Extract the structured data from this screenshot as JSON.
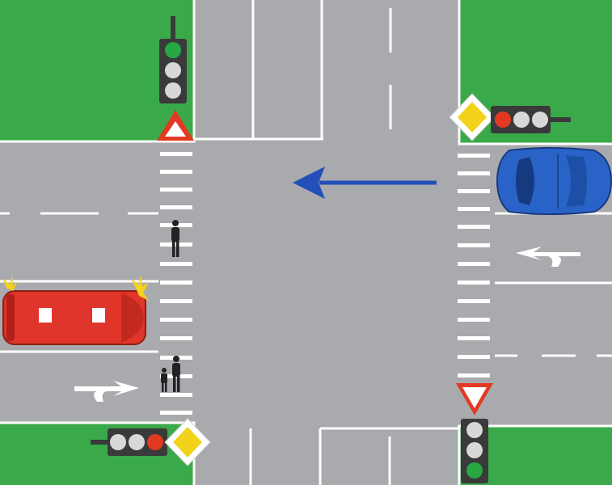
{
  "scene": {
    "colors": {
      "grass": "#3aa94a",
      "road": "#a9aaae",
      "marking": "#ffffff",
      "arrow": "#2250b8",
      "red_car": "#e0352b",
      "blue_car": "#2a63c8",
      "traffic_light_housing": "#3a3a3a",
      "light_red": "#e23a22",
      "light_green": "#28a745",
      "light_off": "#d8d8d8",
      "priority_sign": "#f2d21b",
      "yield_border": "#e23a22"
    },
    "traffic_lights": [
      {
        "position": "top-left",
        "orientation": "vertical",
        "active": "green"
      },
      {
        "position": "top-right",
        "orientation": "horizontal",
        "active": "red"
      },
      {
        "position": "bottom-left",
        "orientation": "horizontal",
        "active": "red"
      },
      {
        "position": "bottom-right",
        "orientation": "vertical",
        "active": "green"
      }
    ],
    "signs": [
      {
        "position": "top-left",
        "icon": "warning-triangle-icon"
      },
      {
        "position": "top-right",
        "icon": "priority-road-icon"
      },
      {
        "position": "bottom-left",
        "icon": "priority-road-icon"
      },
      {
        "position": "bottom-right",
        "icon": "yield-sign-icon"
      }
    ],
    "vehicles": [
      {
        "id": "red-car",
        "color": "#e0352b",
        "hazard_lights": true
      },
      {
        "id": "blue-car",
        "color": "#2a63c8",
        "hazard_lights": false
      }
    ],
    "pedestrian_count": 3,
    "direction_arrow": "left"
  }
}
